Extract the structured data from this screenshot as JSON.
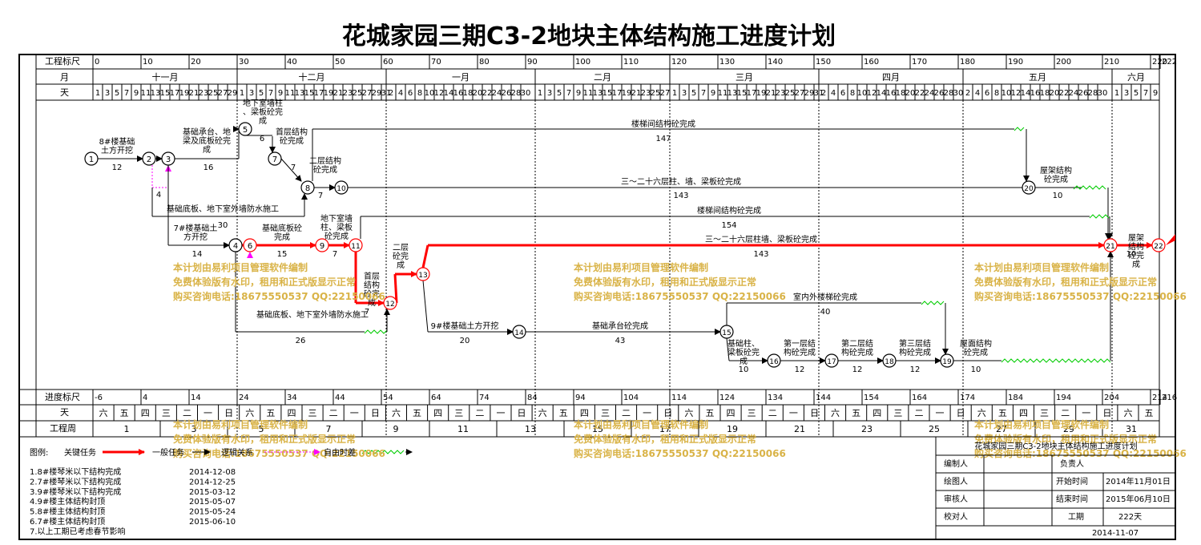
{
  "title": "花城家园三期C3-2地块主体结构施工进度计划",
  "header": {
    "scale_label": "工程标尺",
    "scale_values": [
      "0",
      "10",
      "20",
      "30",
      "40",
      "50",
      "60",
      "70",
      "80",
      "90",
      "100",
      "110",
      "120",
      "130",
      "140",
      "150",
      "160",
      "170",
      "180",
      "190",
      "200",
      "210",
      "220",
      "222"
    ],
    "month_label": "月",
    "months": [
      "十一月",
      "十二月",
      "一月",
      "二月",
      "三月",
      "四月",
      "五月",
      "六月"
    ],
    "day_label": "天",
    "days": [
      [
        "1",
        "3",
        "5",
        "7",
        "9",
        "11",
        "13",
        "15",
        "17",
        "19",
        "21",
        "23",
        "25",
        "27",
        "29"
      ],
      [
        "1",
        "3",
        "5",
        "7",
        "9",
        "11",
        "13",
        "15",
        "17",
        "19",
        "21",
        "23",
        "25",
        "27",
        "29",
        "31"
      ],
      [
        "2",
        "4",
        "6",
        "8",
        "10",
        "12",
        "14",
        "16",
        "18",
        "20",
        "22",
        "24",
        "26",
        "28",
        "30"
      ],
      [
        "1",
        "3",
        "5",
        "7",
        "9",
        "11",
        "13",
        "15",
        "17",
        "19",
        "21",
        "23",
        "25",
        "27"
      ],
      [
        "1",
        "3",
        "5",
        "7",
        "9",
        "11",
        "13",
        "15",
        "17",
        "19",
        "21",
        "23",
        "25",
        "27",
        "29",
        "31"
      ],
      [
        "2",
        "4",
        "6",
        "8",
        "10",
        "12",
        "14",
        "16",
        "18",
        "20",
        "22",
        "24",
        "26",
        "28",
        "30"
      ],
      [
        "2",
        "4",
        "6",
        "8",
        "10",
        "12",
        "14",
        "16",
        "18",
        "20",
        "22",
        "24",
        "26",
        "28",
        "30"
      ],
      [
        "1",
        "3",
        "5",
        "7",
        "9"
      ]
    ]
  },
  "footer": {
    "progress_label": "进度标尺",
    "progress_values": [
      "-6",
      "4",
      "14",
      "24",
      "34",
      "44",
      "54",
      "64",
      "74",
      "84",
      "94",
      "104",
      "114",
      "124",
      "134",
      "144",
      "154",
      "164",
      "174",
      "184",
      "194",
      "204",
      "214",
      "216"
    ],
    "weekday_label": "天",
    "weekdays": [
      "六",
      "五",
      "四",
      "三",
      "二",
      "一",
      "日",
      "六",
      "五",
      "四",
      "三",
      "二",
      "一",
      "日",
      "六",
      "五",
      "四",
      "三",
      "二",
      "一",
      "日",
      "六",
      "五",
      "四",
      "三",
      "二",
      "一",
      "日",
      "六",
      "五",
      "四",
      "三",
      "二",
      "一",
      "日",
      "六",
      "五",
      "四",
      "三",
      "二",
      "一",
      "日",
      "六",
      "五",
      "四",
      "三",
      "二",
      "一",
      "日",
      "六",
      "五"
    ],
    "week_label": "工程周",
    "weeks": [
      "1",
      "3",
      "5",
      "7",
      "9",
      "11",
      "13",
      "15",
      "17",
      "19",
      "21",
      "23",
      "25",
      "27",
      "29",
      "31"
    ]
  },
  "nodes": [
    "1",
    "2",
    "3",
    "4",
    "5",
    "6",
    "7",
    "8",
    "9",
    "10",
    "11",
    "12",
    "13",
    "14",
    "15",
    "16",
    "17",
    "18",
    "19",
    "20",
    "21",
    "22"
  ],
  "activities": [
    {
      "name": "8#楼基础土方开挖",
      "duration": "12"
    },
    {
      "name": "",
      "duration": "4"
    },
    {
      "name": "基础承台、地梁及底板砼完成",
      "duration": "16"
    },
    {
      "name": "地下室墙柱、梁板砼完成",
      "duration": "6"
    },
    {
      "name": "首层结构砼完成",
      "duration": "7"
    },
    {
      "name": "二层结构砼完成",
      "duration": "7"
    },
    {
      "name": "楼梯间结构砼完成",
      "duration": "147"
    },
    {
      "name": "三～二十六层柱、墙、梁板砼完成",
      "duration": "143"
    },
    {
      "name": "屋架结构砼完成",
      "duration": "10"
    },
    {
      "name": "基础底板、地下室外墙防水施工",
      "duration": "30"
    },
    {
      "name": "7#楼基础土方开挖",
      "duration": "14"
    },
    {
      "name": "基础底板砼完成",
      "duration": "15"
    },
    {
      "name": "地下室墙柱、梁板砼完成",
      "duration": "7"
    },
    {
      "name": "楼梯间结构砼完成",
      "duration": "154"
    },
    {
      "name": "三～二十六层柱墙、梁板砼完成",
      "duration": "143"
    },
    {
      "name": "屋架结构砼完成",
      "duration": "10"
    },
    {
      "name": "首层结构砼完成",
      "duration": "7"
    },
    {
      "name": "二层砼完成",
      "duration": ""
    },
    {
      "name": "基础底板、地下室外墙防水施工",
      "duration": "26"
    },
    {
      "name": "9#楼基础土方开挖",
      "duration": "20"
    },
    {
      "name": "基础承台砼完成",
      "duration": "43"
    },
    {
      "name": "室内外楼梯砼完成",
      "duration": "40"
    },
    {
      "name": "基础柱、梁板砼完成",
      "duration": "10"
    },
    {
      "name": "第一层结构砼完成",
      "duration": "12"
    },
    {
      "name": "第二层结构砼完成",
      "duration": "12"
    },
    {
      "name": "第三层结构砼完成",
      "duration": "12"
    },
    {
      "name": "屋面结构砼完成",
      "duration": "10"
    }
  ],
  "watermark": {
    "line1": "本计划由易利项目管理软件编制",
    "line2": "免费体验版有水印，租用和正式版显示正常",
    "line3": "购买咨询电话:18675550537 QQ:22150066"
  },
  "legend": {
    "label": "图例:",
    "critical": "关键任务",
    "normal": "一般任务",
    "logic": "逻辑关系",
    "float": "自由时差"
  },
  "milestones": [
    {
      "text": "1.8#楼琴米以下结构完成",
      "date": "2014-12-08"
    },
    {
      "text": "2.7#楼琴米以下结构完成",
      "date": "2014-12-25"
    },
    {
      "text": "3.9#楼琴米以下结构完成",
      "date": "2015-03-12"
    },
    {
      "text": "4.9#楼主体结构封顶",
      "date": "2015-05-07"
    },
    {
      "text": "5.8#楼主体结构封顶",
      "date": "2015-05-24"
    },
    {
      "text": "6.7#楼主体结构封顶",
      "date": "2015-06-10"
    },
    {
      "text": "7.以上工期已考虑春节影响",
      "date": ""
    }
  ],
  "infobox": {
    "title": "花城家园三期C3-2地块主体结构施工进度计划",
    "editor_label": "编制人",
    "owner_label": "负责人",
    "drawer_label": "绘图人",
    "start_label": "开始时间",
    "start_value": "2014年11月01日",
    "reviewer_label": "审核人",
    "end_label": "结束时间",
    "end_value": "2015年06月10日",
    "checker_label": "校对人",
    "duration_label": "工期",
    "duration_value": "222天",
    "date": "2014-11-07"
  },
  "colors": {
    "critical": "#ff0000",
    "float": "#00cc00",
    "watermark": "#d9b347",
    "logic": "#ff00ff"
  }
}
